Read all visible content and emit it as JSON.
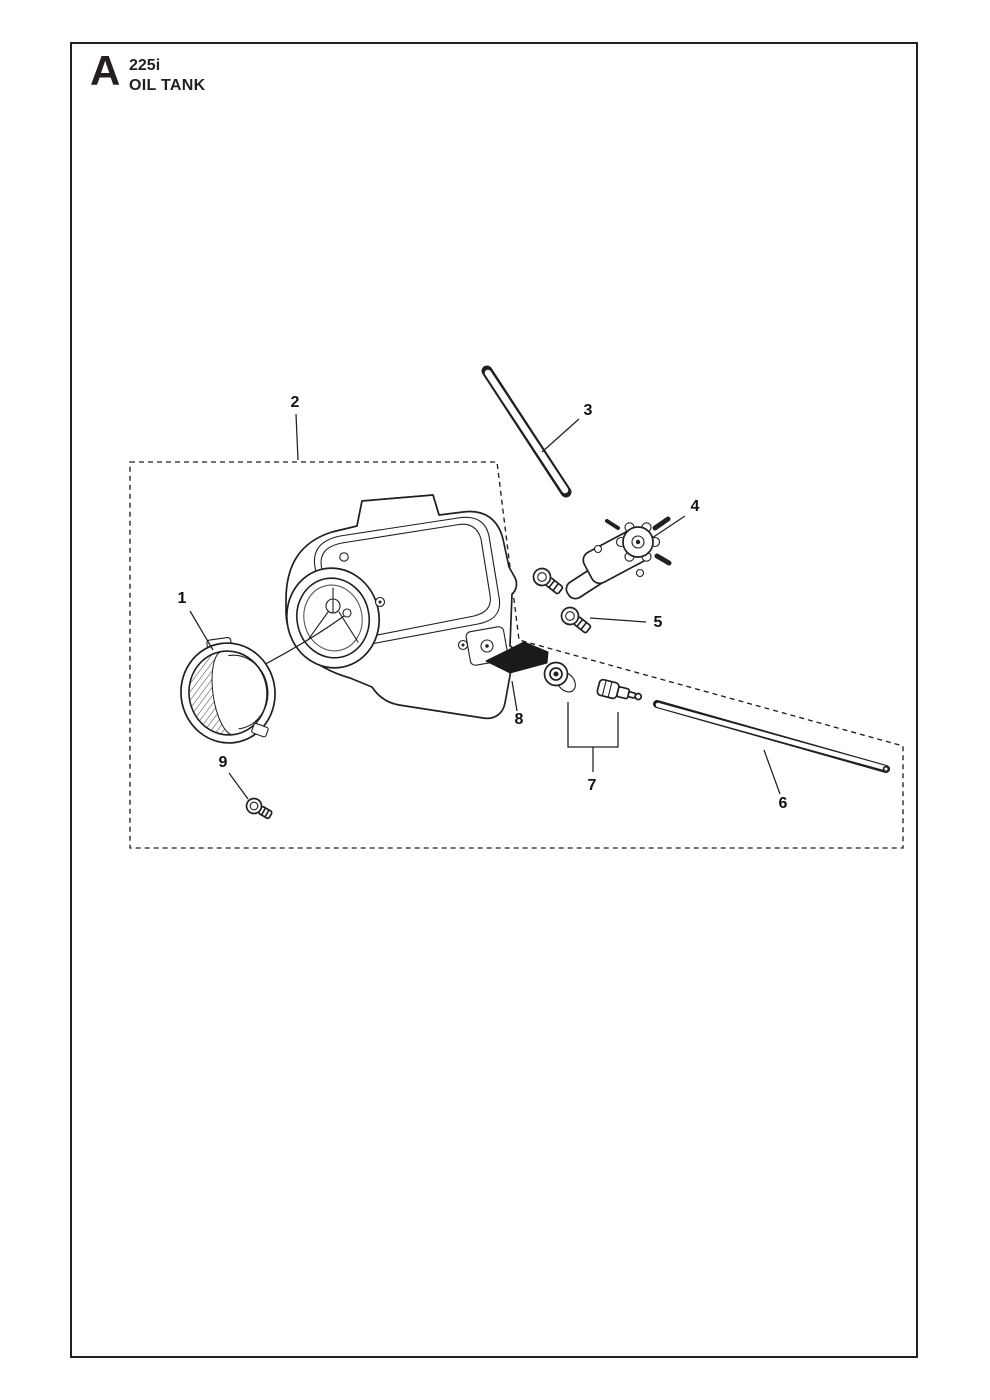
{
  "header": {
    "section_letter": "A",
    "model": "225i",
    "title": "OIL TANK"
  },
  "colors": {
    "ink": "#231f20",
    "paper": "#ffffff",
    "solid_part_fill": "#1a1a1a"
  },
  "callouts": [
    {
      "label": "1"
    },
    {
      "label": "2"
    },
    {
      "label": "3"
    },
    {
      "label": "4"
    },
    {
      "label": "5"
    },
    {
      "label": "6"
    },
    {
      "label": "7"
    },
    {
      "label": "8"
    },
    {
      "label": "9"
    }
  ]
}
